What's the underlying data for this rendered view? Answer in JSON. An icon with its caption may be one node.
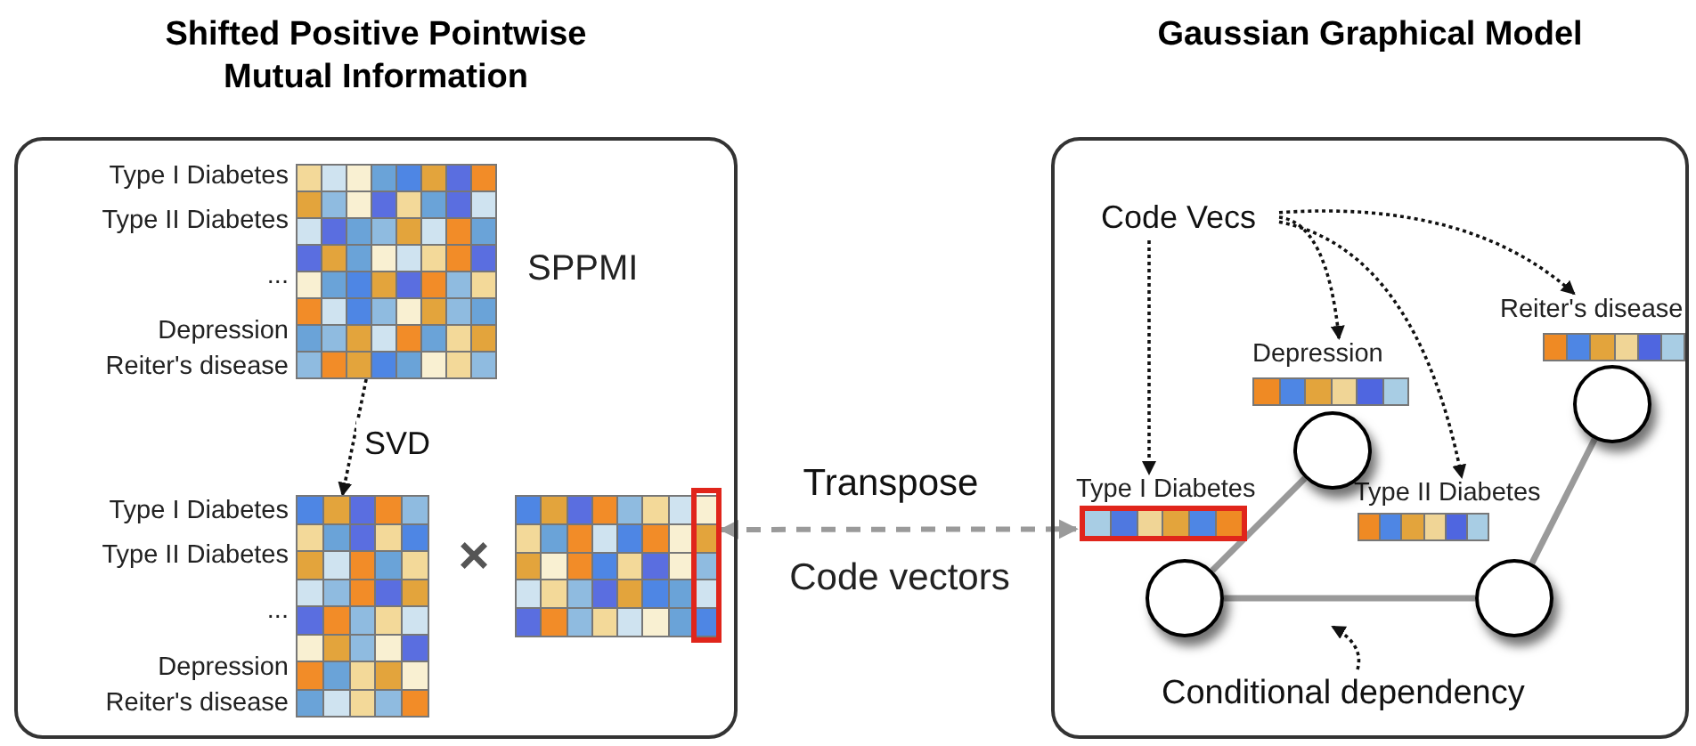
{
  "diagram": {
    "nodes": [
      {
        "text": [
          "Shifted Positive Pointwise Mutual Information"
        ]
      },
      {
        "text": [
          "Gaussian Graphical Model"
        ]
      },
      {
        "text": [],
        "shape": "grid",
        "in": 0,
        "beside": [
          "Type I Diabetes",
          "Type II Diabetes",
          "...",
          "Depression",
          "Reiter's disease",
          "SPPMI"
        ]
      },
      {
        "text": [],
        "shape": "grid",
        "in": 0,
        "beside": [
          "Type I Diabetes",
          "Type II Diabetes",
          "...",
          "Depression",
          "Reiter's disease"
        ]
      },
      {
        "text": [],
        "shape": "grid",
        "in": 0
      },
      {
        "text": [],
        "shape": "box",
        "in": 4
      },
      {
        "text": [
          "Code Vecs"
        ],
        "in": 1
      },
      {
        "text": [
          "Type I Diabetes"
        ],
        "in": 1
      },
      {
        "text": [
          "Depression"
        ],
        "in": 1
      },
      {
        "text": [
          "Type II Diabetes"
        ],
        "in": 1
      },
      {
        "text": [
          "Reiter's disease"
        ],
        "in": 1
      },
      {
        "text": [],
        "shape": "circle",
        "in": 1
      },
      {
        "text": [],
        "shape": "circle",
        "in": 1
      },
      {
        "text": [],
        "shape": "circle",
        "in": 1
      },
      {
        "text": [],
        "shape": "circle",
        "in": 1
      },
      {
        "text": [
          "Conditional dependency"
        ],
        "in": 1
      }
    ],
    "edges": [
      {
        "from": 2,
        "to": 3,
        "arrow": "to",
        "label": "SVD",
        "style": "dashed"
      },
      {
        "from": 5,
        "to": 7,
        "arrow": "both",
        "label": "Transpose",
        "style": "dashed",
        "color": "#9a9a9a"
      },
      {
        "from": 6,
        "to": 7,
        "arrow": "to",
        "style": "dashed"
      },
      {
        "from": 6,
        "to": 8,
        "arrow": "to",
        "style": "dashed"
      },
      {
        "from": 6,
        "to": 9,
        "arrow": "to",
        "style": "dashed"
      },
      {
        "from": 6,
        "to": 10,
        "arrow": "to",
        "style": "dashed"
      },
      {
        "from": 11,
        "to": 12,
        "arrow": "none",
        "style": "thick",
        "color": "#9a9a9a"
      },
      {
        "from": 11,
        "to": 13,
        "arrow": "none",
        "style": "thick",
        "color": "#9a9a9a"
      },
      {
        "from": 13,
        "to": 14,
        "arrow": "none",
        "style": "thick",
        "color": "#9a9a9a"
      },
      {
        "from": 15,
        "to": null,
        "arrow": "to",
        "style": "dashed"
      }
    ],
    "labels": [
      "×",
      "Code vectors"
    ]
  }
}
